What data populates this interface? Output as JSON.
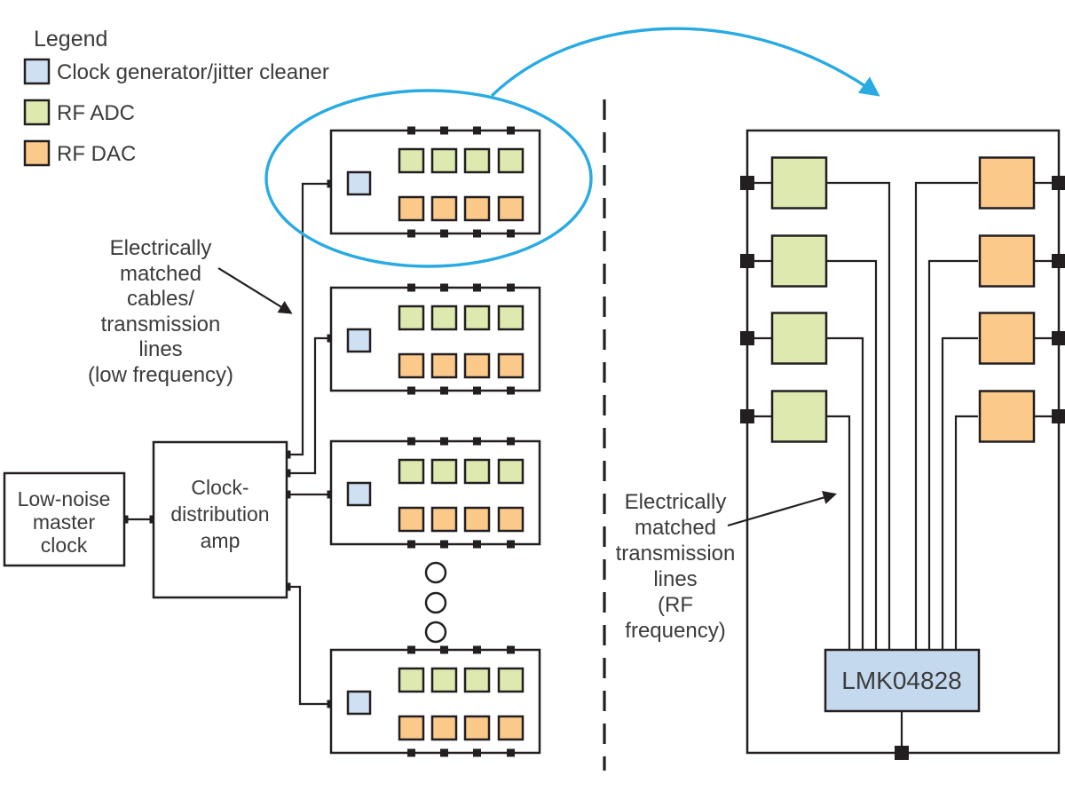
{
  "colors": {
    "accent": "#29abe2",
    "clock_gen": "#cfe0f2",
    "adc": "#dde9ae",
    "dac": "#fbc98a",
    "chip": "#c5d9ee",
    "line": "#231f20",
    "text": "#3b3b3b"
  },
  "legend": {
    "title": "Legend",
    "items": [
      {
        "id": "clock-generator",
        "label": "Clock generator/jitter cleaner"
      },
      {
        "id": "rf-adc",
        "label": "RF ADC"
      },
      {
        "id": "rf-dac",
        "label": "RF DAC"
      }
    ]
  },
  "left_panel": {
    "master_clock_box": {
      "lines": [
        "Low-noise",
        "master",
        "clock"
      ]
    },
    "dist_amp_box": {
      "lines": [
        "Clock-",
        "distribution",
        "amp"
      ]
    },
    "annotation": {
      "lines": [
        "Electrically",
        "matched",
        "cables/",
        "transmission",
        "lines",
        "(low frequency)"
      ]
    },
    "boards_shown": 4,
    "board_contents": {
      "clock_generators": 1,
      "rf_adcs": 4,
      "rf_dacs": 4
    }
  },
  "right_panel": {
    "chip_label": "LMK04828",
    "annotation": {
      "lines": [
        "Electrically",
        "matched",
        "transmission",
        "lines",
        "(RF",
        "frequency)"
      ]
    },
    "adc_blocks": 4,
    "dac_blocks": 4
  }
}
